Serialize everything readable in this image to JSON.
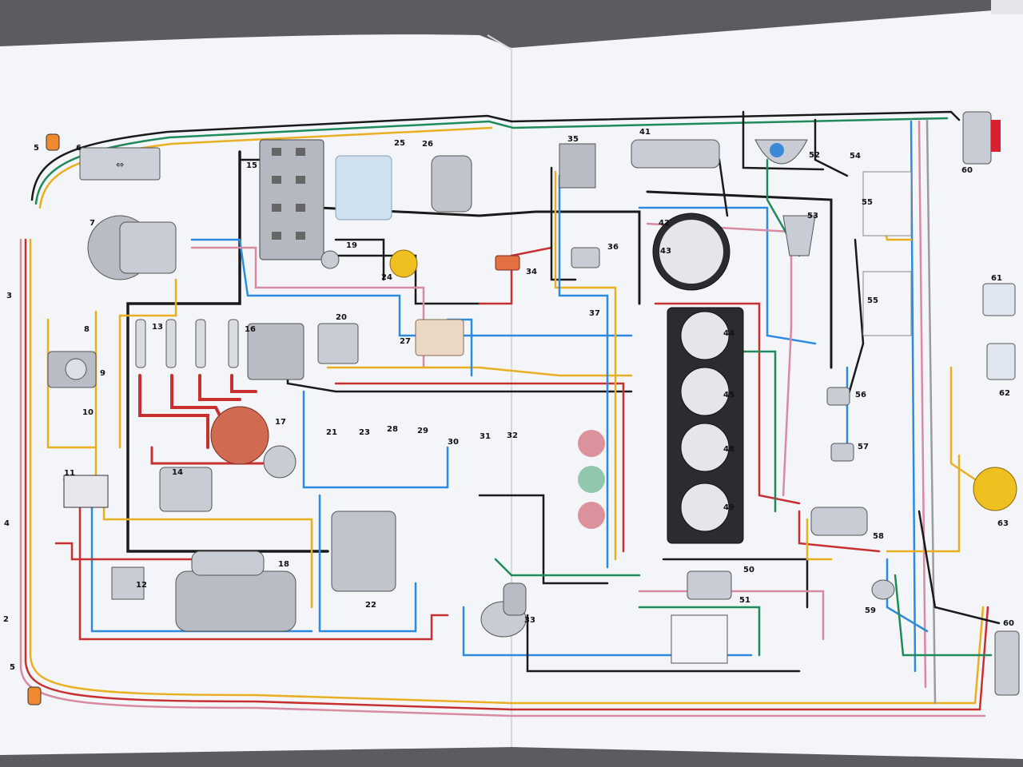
{
  "diagram": {
    "colors": {
      "black": "#1a1a1a",
      "red": "#c83030",
      "blue": "#2a8be0",
      "green": "#1f8a5a",
      "yellow": "#e8b020",
      "pink": "#d88aa0",
      "brown": "#8a4a2a",
      "grey": "#9a9aa0"
    },
    "components": [
      {
        "id": "c5a",
        "label": "5",
        "icon": "lamp-icon"
      },
      {
        "id": "c6",
        "label": "6",
        "icon": "relay-module-icon"
      },
      {
        "id": "c7",
        "label": "7",
        "icon": "alternator-icon"
      },
      {
        "id": "c8",
        "label": "8",
        "icon": "sensor-icon"
      },
      {
        "id": "c9",
        "label": "9",
        "icon": "distributor-icon"
      },
      {
        "id": "c10",
        "label": "10",
        "icon": "switch-icon"
      },
      {
        "id": "c11",
        "label": "11",
        "icon": "regulator-icon"
      },
      {
        "id": "c12",
        "label": "12",
        "icon": "relay-icon"
      },
      {
        "id": "c13",
        "label": "13",
        "icon": "spark-plug-icon"
      },
      {
        "id": "c14",
        "label": "14",
        "icon": "ignition-coil-icon"
      },
      {
        "id": "c15",
        "label": "15",
        "icon": "fuse-box-icon"
      },
      {
        "id": "c16",
        "label": "16",
        "icon": "switch-unit-icon"
      },
      {
        "id": "c17",
        "label": "17",
        "icon": "distributor-cap-icon"
      },
      {
        "id": "c18",
        "label": "18",
        "icon": "starter-motor-icon"
      },
      {
        "id": "c19",
        "label": "19",
        "icon": "sensor-icon"
      },
      {
        "id": "c20",
        "label": "20",
        "icon": "ignition-module-icon"
      },
      {
        "id": "c21",
        "label": "21",
        "icon": "sensor-icon"
      },
      {
        "id": "c22",
        "label": "22",
        "icon": "control-box-icon"
      },
      {
        "id": "c23",
        "label": "23",
        "icon": "sensor-icon"
      },
      {
        "id": "c24",
        "label": "24",
        "icon": "sound-signal-icon"
      },
      {
        "id": "c25",
        "label": "25",
        "icon": "washer-pump-icon"
      },
      {
        "id": "c26",
        "label": "26",
        "icon": "wiper-motor-icon"
      },
      {
        "id": "c27",
        "label": "27",
        "icon": "connector-block-icon"
      },
      {
        "id": "c28",
        "label": "28",
        "icon": "sensor-icon"
      },
      {
        "id": "c29",
        "label": "29",
        "icon": "sensor-icon"
      },
      {
        "id": "c30",
        "label": "30",
        "icon": "sensor-icon"
      },
      {
        "id": "c31",
        "label": "31",
        "icon": "sensor-icon"
      },
      {
        "id": "c32",
        "label": "32",
        "icon": "sensor-icon"
      },
      {
        "id": "c33",
        "label": "33",
        "icon": "heater-motor-icon"
      },
      {
        "id": "c34",
        "label": "34",
        "icon": "switch-icon"
      },
      {
        "id": "c35",
        "label": "35",
        "icon": "relay-icon"
      },
      {
        "id": "c36",
        "label": "36",
        "icon": "solenoid-icon"
      },
      {
        "id": "c37",
        "label": "37",
        "icon": "switch-icon"
      },
      {
        "id": "c41",
        "label": "41",
        "icon": "combination-switch-icon"
      },
      {
        "id": "c42",
        "label": "42",
        "icon": "speedometer-icon"
      },
      {
        "id": "c43",
        "label": "43",
        "icon": "indicator-lamp-icon"
      },
      {
        "id": "c44",
        "label": "44",
        "icon": "gauge-icon"
      },
      {
        "id": "c45",
        "label": "45",
        "icon": "gauge-icon"
      },
      {
        "id": "c48",
        "label": "48",
        "icon": "gauge-icon"
      },
      {
        "id": "c49",
        "label": "49",
        "icon": "gauge-icon"
      },
      {
        "id": "c50",
        "label": "50",
        "icon": "hazard-switch-icon"
      },
      {
        "id": "c51",
        "label": "51",
        "icon": "light-switch-icon"
      },
      {
        "id": "c52",
        "label": "52",
        "icon": "courtesy-lamp-icon"
      },
      {
        "id": "c53",
        "label": "53",
        "icon": "turn-signal-lever-icon"
      },
      {
        "id": "c54",
        "label": "54",
        "icon": "door-switch-icon"
      },
      {
        "id": "c55a",
        "label": "55",
        "icon": "door-switch-icon"
      },
      {
        "id": "c55b",
        "label": "55",
        "icon": "door-switch-icon"
      },
      {
        "id": "c56",
        "label": "56",
        "icon": "switch-icon"
      },
      {
        "id": "c57",
        "label": "57",
        "icon": "switch-icon"
      },
      {
        "id": "c58",
        "label": "58",
        "icon": "ignition-switch-icon"
      },
      {
        "id": "c59",
        "label": "59",
        "icon": "switch-icon"
      },
      {
        "id": "c60a",
        "label": "60",
        "icon": "rear-lamp-icon"
      },
      {
        "id": "c60b",
        "label": "60",
        "icon": "rear-lamp-icon"
      },
      {
        "id": "c61",
        "label": "61",
        "icon": "plate-lamp-icon"
      },
      {
        "id": "c62",
        "label": "62",
        "icon": "plate-lamp-icon"
      },
      {
        "id": "c63",
        "label": "63",
        "icon": "fuel-sender-icon"
      },
      {
        "id": "c5b",
        "label": "5",
        "icon": "lamp-icon"
      },
      {
        "id": "c3",
        "label": "3",
        "icon": "connector-icon"
      },
      {
        "id": "c4",
        "label": "4",
        "icon": "connector-icon"
      },
      {
        "id": "c2",
        "label": "2",
        "icon": "connector-icon"
      }
    ]
  }
}
